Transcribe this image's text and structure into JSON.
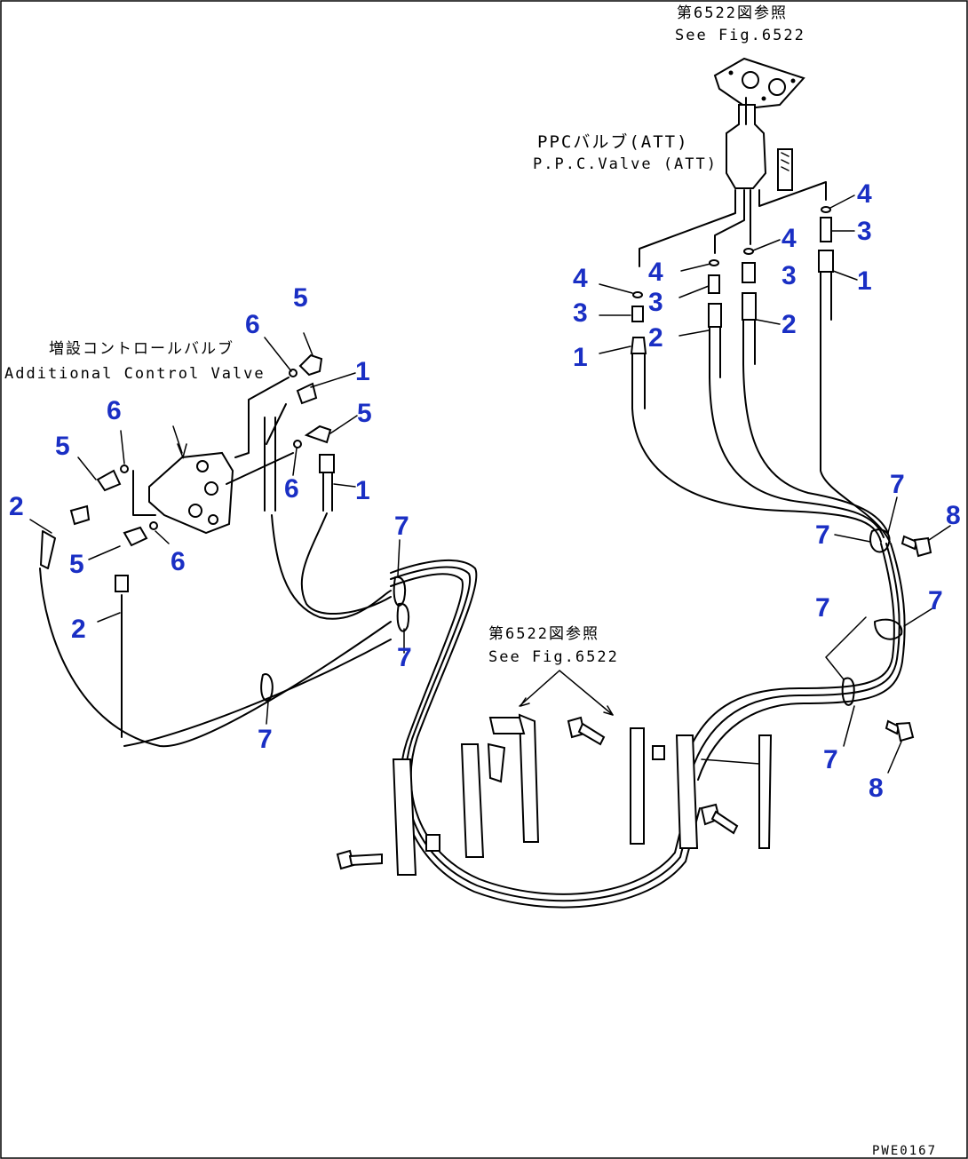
{
  "references": {
    "top": {
      "jp": "第6522図参照",
      "en": "See Fig.6522"
    },
    "bottom": {
      "jp": "第6522図参照",
      "en": "See Fig.6522"
    }
  },
  "ppc_valve": {
    "jp": "PPCバルブ(ATT)",
    "en": "P.P.C.Valve (ATT)"
  },
  "control_valve": {
    "jp": "増設コントロールバルブ",
    "en": "Additional Control Valve"
  },
  "drawing_code": "PWE0167",
  "callouts": [
    {
      "id": "c1",
      "n": "4"
    },
    {
      "id": "c2",
      "n": "3"
    },
    {
      "id": "c3",
      "n": "1"
    },
    {
      "id": "c4",
      "n": "4"
    },
    {
      "id": "c5",
      "n": "3"
    },
    {
      "id": "c6",
      "n": "2"
    },
    {
      "id": "c7",
      "n": "4"
    },
    {
      "id": "c8",
      "n": "3"
    },
    {
      "id": "c9",
      "n": "2"
    },
    {
      "id": "c10",
      "n": "4"
    },
    {
      "id": "c11",
      "n": "3"
    },
    {
      "id": "c12",
      "n": "1"
    },
    {
      "id": "c13",
      "n": "6"
    },
    {
      "id": "c14",
      "n": "5"
    },
    {
      "id": "c15",
      "n": "1"
    },
    {
      "id": "c16",
      "n": "5"
    },
    {
      "id": "c17",
      "n": "6"
    },
    {
      "id": "c18",
      "n": "1"
    },
    {
      "id": "c19",
      "n": "6"
    },
    {
      "id": "c20",
      "n": "5"
    },
    {
      "id": "c21",
      "n": "2"
    },
    {
      "id": "c22",
      "n": "5"
    },
    {
      "id": "c23",
      "n": "6"
    },
    {
      "id": "c24",
      "n": "2"
    },
    {
      "id": "c25",
      "n": "7"
    },
    {
      "id": "c26",
      "n": "7"
    },
    {
      "id": "c27",
      "n": "7"
    },
    {
      "id": "c28",
      "n": "7"
    },
    {
      "id": "c29",
      "n": "7"
    },
    {
      "id": "c30",
      "n": "8"
    },
    {
      "id": "c31",
      "n": "7"
    },
    {
      "id": "c32",
      "n": "7"
    },
    {
      "id": "c33",
      "n": "7"
    },
    {
      "id": "c34",
      "n": "8"
    }
  ]
}
